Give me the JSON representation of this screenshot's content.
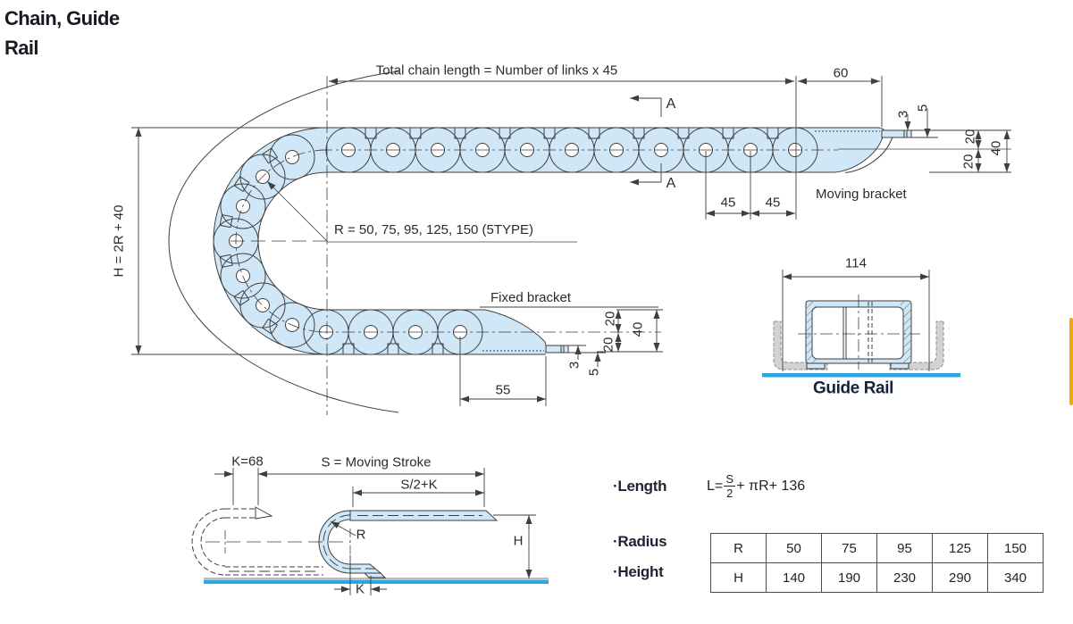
{
  "header": {
    "title_line1": "Chain, Guide",
    "title_line2": "Rail"
  },
  "main": {
    "total_length_note": "Total chain length = Number of links x 45",
    "dim_60": "60",
    "section_top": "A",
    "section_bottom": "A",
    "dim_45_a": "45",
    "dim_45_b": "45",
    "moving_bracket": "Moving bracket",
    "radius_note": "R = 50, 75, 95, 125, 150 (5TYPE)",
    "fixed_bracket": "Fixed bracket",
    "dim_55": "55",
    "height_formula": "H = 2R + 40",
    "mb3": "3",
    "mb5": "5",
    "mb20a": "20",
    "mb20b": "20",
    "mb40": "40",
    "fb3": "3",
    "fb5": "5",
    "fb20a": "20",
    "fb20b": "20",
    "fb40": "40"
  },
  "section": {
    "dim_114": "114",
    "label": "Guide Rail"
  },
  "stroke": {
    "k68": "K=68",
    "s_note": "S = Moving Stroke",
    "s2k": "S/2+K",
    "r": "R",
    "h": "H",
    "k": "K"
  },
  "specs": {
    "length_label": "·Length",
    "radius_label": "·Radius",
    "height_label": "·Height",
    "formula": {
      "lhs": "L=",
      "num": "S",
      "den": "2",
      "tail": "+ πR+ 136"
    },
    "table": {
      "rows": [
        {
          "header": "R",
          "values": [
            "50",
            "75",
            "95",
            "125",
            "150"
          ]
        },
        {
          "header": "H",
          "values": [
            "140",
            "190",
            "230",
            "290",
            "340"
          ]
        }
      ]
    }
  },
  "colors": {
    "chain_fill": "#cfe7f7",
    "rail_blue": "#29a7e0",
    "guide_gray": "#d2d2d2",
    "line_ink": "#3f3f3f",
    "accent_orange": "#f5a60a",
    "title_ink": "#181a22"
  }
}
